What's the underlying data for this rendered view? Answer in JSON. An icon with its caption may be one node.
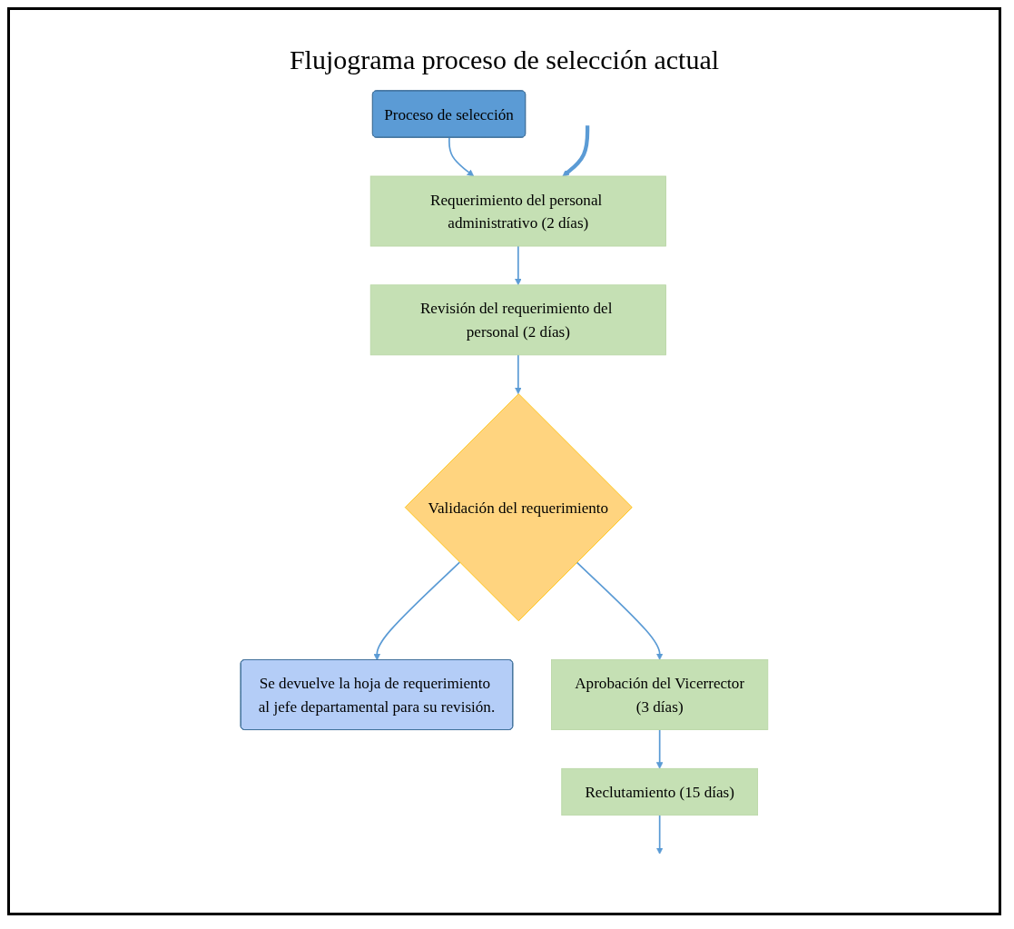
{
  "diagram": {
    "title": "Flujograma proceso de selección actual",
    "nodes": [
      {
        "text": [
          "Proceso de selección"
        ]
      },
      {
        "text": [
          "Requerimiento del personal administrativo (2 días)"
        ]
      },
      {
        "text": [
          "Revisión del requerimiento del personal (2 días)"
        ]
      },
      {
        "text": [
          "Validación del requerimiento"
        ]
      },
      {
        "text": [
          "Se devuelve la hoja de requerimiento al jefe departamental para su revisión."
        ]
      },
      {
        "text": [
          "Aprobación del Vicerrector",
          "(3 días)"
        ]
      },
      {
        "text": [
          "Reclutamiento (15 días)"
        ]
      }
    ],
    "edges": [
      {
        "from": 0,
        "to": 1,
        "arrow": "to"
      },
      {
        "from": 1,
        "to": 2,
        "arrow": "to"
      },
      {
        "from": 2,
        "to": 3,
        "arrow": "to"
      },
      {
        "from": 3,
        "to": 4,
        "arrow": "to"
      },
      {
        "from": 3,
        "to": 5,
        "arrow": "to"
      },
      {
        "from": 5,
        "to": 6,
        "arrow": "to"
      },
      {
        "from": 6,
        "to": null,
        "arrow": "to"
      },
      {
        "from": null,
        "to": 1,
        "arrow": "to",
        "style": "thick"
      }
    ]
  }
}
